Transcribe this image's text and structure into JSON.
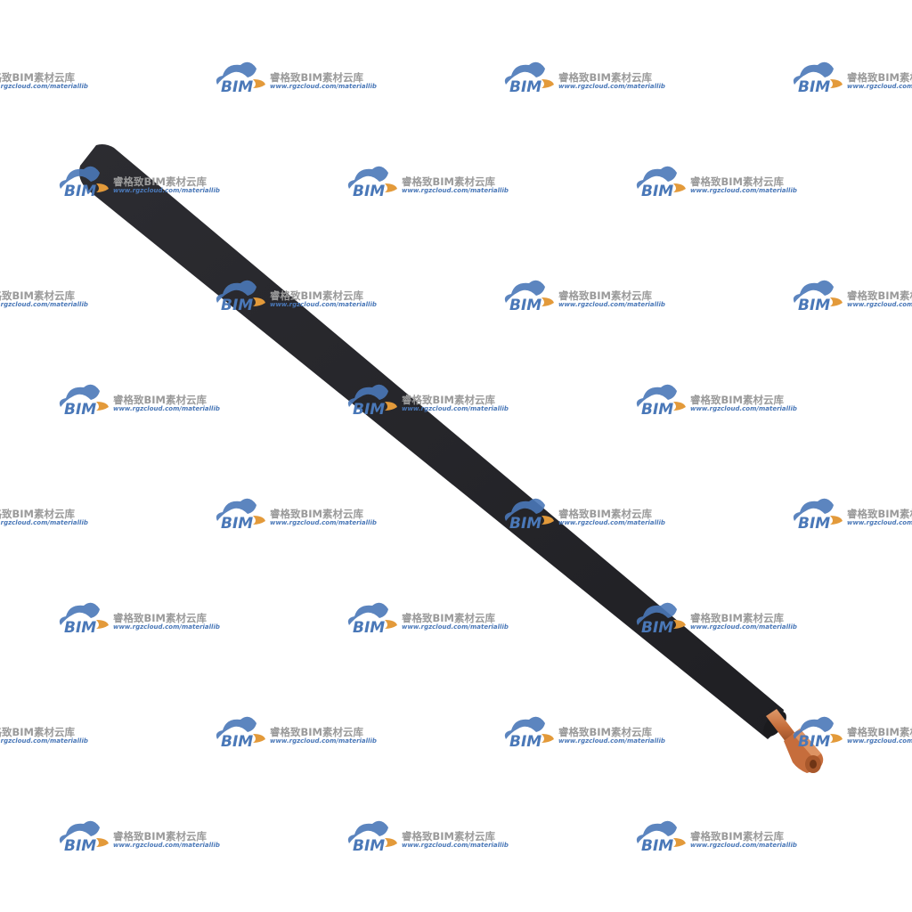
{
  "watermark": {
    "logo_text": "BIM",
    "brand_text": "睿格致BIM素材云库",
    "url_text": "www.rgzcloud.com/materiallib",
    "colors": {
      "cloud": "#4a78b8",
      "swoosh": "#e39a3a",
      "text": "#9a9a9a",
      "url": "#4a78b8"
    }
  },
  "cable": {
    "jacket_color": "#26262b",
    "conductor_color": "#c8703e",
    "icon": "cable-with-copper-terminal"
  }
}
